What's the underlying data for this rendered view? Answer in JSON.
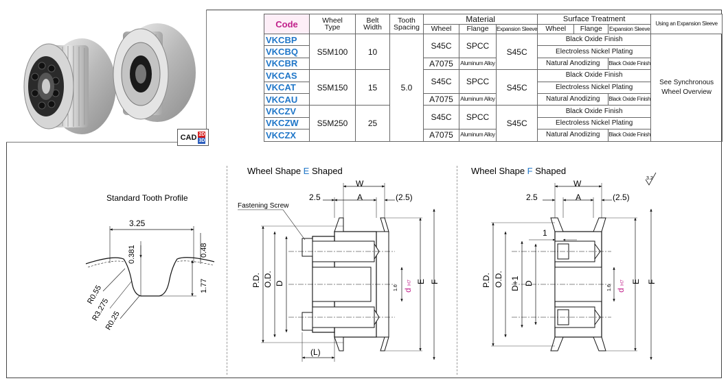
{
  "badge": {
    "cad": "CAD",
    "d2": "2D",
    "d3": "3D"
  },
  "table": {
    "headers": {
      "code": "Code",
      "wheel_type": [
        "Wheel",
        "Type"
      ],
      "belt_width": [
        "Belt",
        "Width"
      ],
      "tooth_spacing": [
        "Tooth",
        "Spacing"
      ],
      "material": "Material",
      "material_wheel": "Wheel",
      "material_flange": "Flange",
      "material_sleeve": "Expansion Sleeve",
      "surface": "Surface Treatment",
      "surface_wheel": "Wheel",
      "surface_flange": "Flange",
      "surface_sleeve": "Expansion Sleeve",
      "using_sleeve": "Using an Expansion Sleeve"
    },
    "groups": [
      {
        "codes": [
          "VKCBP",
          "VKCBQ",
          "VKCBR"
        ],
        "wheel_type": "S5M100",
        "belt_width": "10",
        "mat_wheel_a": "S45C",
        "mat_flange_a": "SPCC",
        "mat_wheel_b": "A7075",
        "mat_flange_b": "Aluminum Alloy",
        "sleeve": "S45C",
        "surface": [
          "Black Oxide Finish",
          "Electroless Nickel Plating",
          "Natural Anodizing"
        ],
        "sleeve_surface": "Black Oxide Finish"
      },
      {
        "codes": [
          "VKCAS",
          "VKCAT",
          "VKCAU"
        ],
        "wheel_type": "S5M150",
        "belt_width": "15",
        "mat_wheel_a": "S45C",
        "mat_flange_a": "SPCC",
        "mat_wheel_b": "A7075",
        "mat_flange_b": "Aluminum Alloy",
        "sleeve": "S45C",
        "surface": [
          "Black Oxide Finish",
          "Electroless Nickel Plating",
          "Natural Anodizing"
        ],
        "sleeve_surface": "Black Oxide Finish"
      },
      {
        "codes": [
          "VKCZV",
          "VKCZW",
          "VKCZX"
        ],
        "wheel_type": "S5M250",
        "belt_width": "25",
        "mat_wheel_a": "S45C",
        "mat_flange_a": "SPCC",
        "mat_wheel_b": "A7075",
        "mat_flange_b": "Aluminum Alloy",
        "sleeve": "S45C",
        "surface": [
          "Black Oxide Finish",
          "Electroless Nickel Plating",
          "Natural Anodizing"
        ],
        "sleeve_surface": "Black Oxide Finish"
      }
    ],
    "tooth_spacing": "5.0",
    "note": [
      "See Synchronous",
      "Wheel Overview"
    ]
  },
  "tooth": {
    "title": "Standard Tooth Profile",
    "pitch": "3.25",
    "d1": "0.381",
    "d2": "0.48",
    "depth": "1.77",
    "r1": "R0.55",
    "r2": "R3.275",
    "r3": "R0.25"
  },
  "wheel_e": {
    "title_pre": "Wheel Shape ",
    "title_letter": "E",
    "title_post": " Shaped",
    "w": "W",
    "left": "2.5",
    "a": "A",
    "right": "(2.5)",
    "fastening": "Fastening Screw",
    "pd": "P.D.",
    "od": "O.D.",
    "d": "D",
    "bore": "d",
    "tol": "H7",
    "rough": "1.6",
    "e": "E",
    "f": "F",
    "l": "(L)"
  },
  "wheel_f": {
    "title_pre": "Wheel Shape ",
    "title_letter": "F",
    "title_post": " Shaped",
    "w": "W",
    "left": "2.5",
    "a": "A",
    "right": "(2.5)",
    "one": "1",
    "pd": "P.D.",
    "od": "O.D.",
    "d1": "D+1",
    "d": "D",
    "bore": "d",
    "tol": "H7",
    "rough": "1.6",
    "e": "E",
    "f": "F"
  },
  "surface_mark": "3.2",
  "colors": {
    "code": "#1f76c8",
    "accent": "#c0208a",
    "letter": "#1f76c8"
  }
}
